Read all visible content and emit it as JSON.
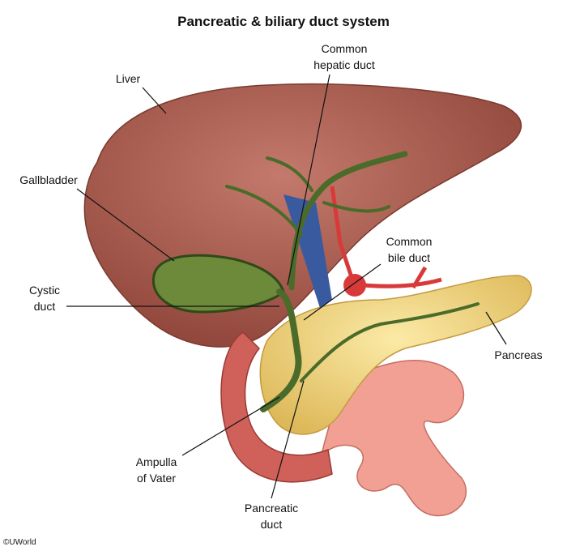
{
  "title": "Pancreatic & biliary duct system",
  "labels": {
    "common_hepatic_duct": [
      "Common",
      "hepatic duct"
    ],
    "liver": "Liver",
    "gallbladder": "Gallbladder",
    "common_bile_duct": [
      "Common",
      "bile duct"
    ],
    "cystic_duct": [
      "Cystic",
      "duct"
    ],
    "pancreas": "Pancreas",
    "ampulla_of_vater": [
      "Ampulla",
      "of Vater"
    ],
    "pancreatic_duct": [
      "Pancreatic",
      "duct"
    ]
  },
  "copyright": "©UWorld",
  "colors": {
    "liver": "#a85a4e",
    "pancreas": "#efd27a",
    "duodenum": "#d0605a",
    "intestine": "#f1a093",
    "duct": "#4a6b2a",
    "vein": "#3a5aa0",
    "artery": "#d83a3a"
  }
}
